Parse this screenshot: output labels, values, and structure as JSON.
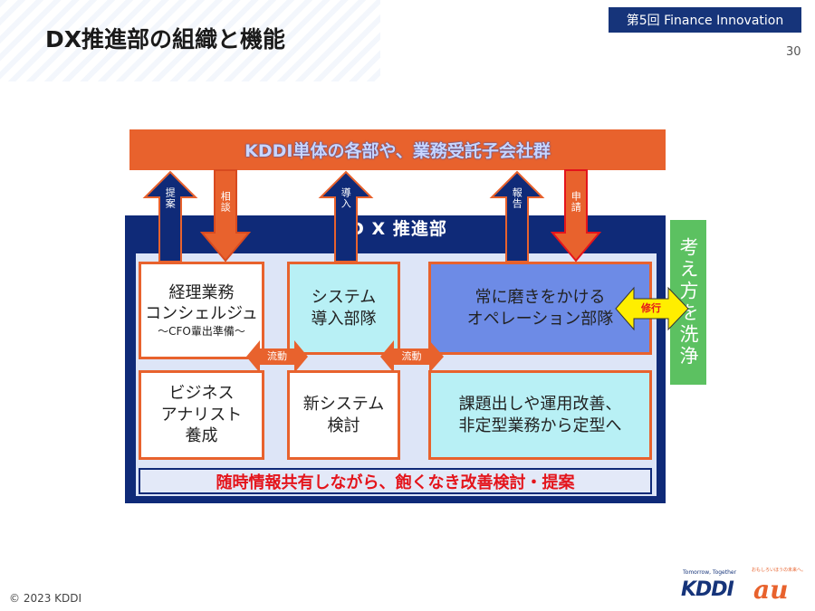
{
  "header": {
    "title": "DX推進部の組織と機能",
    "badge": "第5回 Finance Innovation",
    "page": "30"
  },
  "diagram": {
    "top_bar": "KDDI単体の各部や、業務受託子会社群",
    "dept": "D X 推進部",
    "arrows": {
      "proposal": "提案",
      "consult": "相談",
      "introduce": "導入",
      "report": "報告",
      "request": "申請",
      "flow1": "流動",
      "flow2": "流動",
      "training": "修行"
    },
    "boxes": {
      "concierge": {
        "line1": "経理業務",
        "line2": "コンシェルジュ",
        "sub": "〜CFO輩出準備〜"
      },
      "system_team": {
        "line1": "システム",
        "line2": "導入部隊"
      },
      "operation_team": {
        "line1": "常に磨きをかける",
        "line2": "オペレーション部隊"
      },
      "analyst": {
        "line1": "ビジネス",
        "line2": "アナリスト",
        "line3": "養成"
      },
      "new_system": {
        "line1": "新システム",
        "line2": "検討"
      },
      "improvement": {
        "line1": "課題出しや運用改善、",
        "line2": "非定型業務から定型へ"
      }
    },
    "bottom_bar": "随時情報共有しながら、飽くなき改善検討・提案",
    "side_label": "考え方を洗浄"
  },
  "footer": {
    "copyright": "© 2023 KDDI",
    "tagline": "Tomorrow, Together",
    "logo": "KDDI",
    "au_tagline": "おもしろいほうの未来へ。",
    "au_logo": "au"
  },
  "colors": {
    "orange": "#e8622d",
    "navy": "#0f2a78",
    "cyan": "#b8f0f5",
    "blue": "#6d8be6",
    "green": "#5cc161",
    "yellow": "#ffee00"
  }
}
